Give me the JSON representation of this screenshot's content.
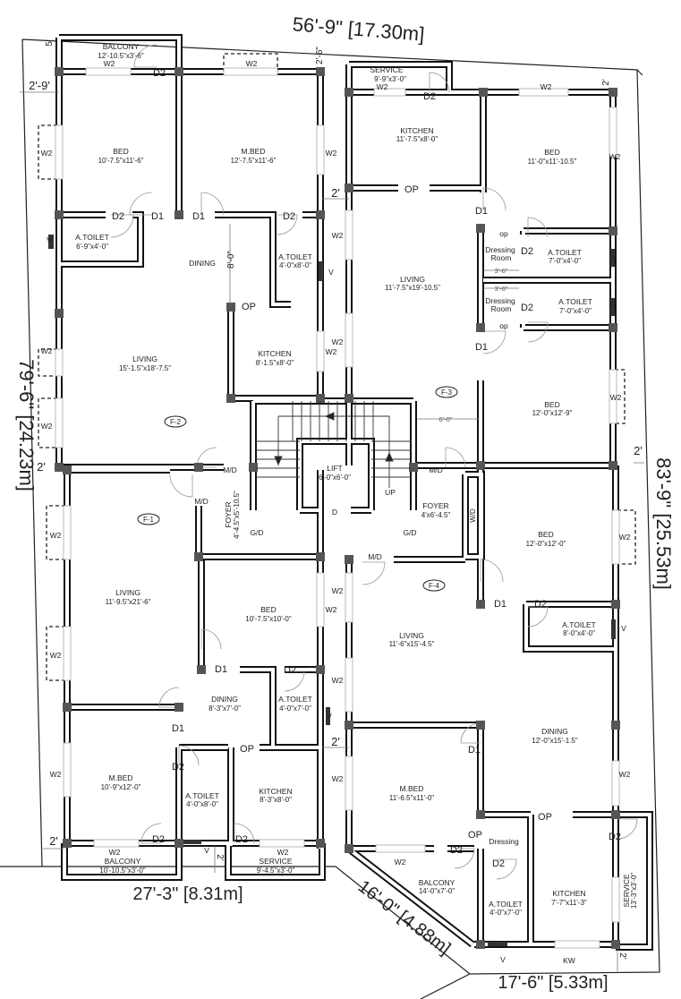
{
  "dimensions": {
    "top": "56'-9\" [17.30m]",
    "left": "79'-6\" [24.23m]",
    "right": "83'-9\" [25.53m]",
    "bottom_left": "27'-3\" [8.31m]",
    "bottom_diagonal": "16'-0\" [4.88m]",
    "bottom_right": "17'-6\" [5.33m]",
    "small": [
      "5'",
      "2'-9'",
      "2'-6\"",
      "2'",
      "8'-0\"",
      "2'",
      "2'",
      "3'-6\"",
      "3'-6\"",
      "6'-0\"",
      "2'",
      "2'",
      "2'",
      "2'",
      "2'"
    ]
  },
  "f2": {
    "tag": "F-2",
    "balcony": {
      "name": "BALCONY",
      "size": "12'-10.5\"x3'-6\""
    },
    "bed": {
      "name": "BED",
      "size": "10'-7.5\"x11'-6\""
    },
    "mbed": {
      "name": "M.BED",
      "size": "12'-7.5\"x11'-6\""
    },
    "toilet1": {
      "name": "A.TOILET",
      "size": "6'-9\"x4'-0\""
    },
    "toilet2": {
      "name": "A.TOILET",
      "size": "4'-0\"x8'-0\""
    },
    "dining": {
      "name": "DINING"
    },
    "kitchen": {
      "name": "KITCHEN",
      "size": "8'-1.5\"x8'-0\""
    },
    "living": {
      "name": "LIVING",
      "size": "15'-1.5\"x18'-7.5\""
    },
    "tags": [
      "W2",
      "D2",
      "W2",
      "W2",
      "W2",
      "D2",
      "D1",
      "D1",
      "D2",
      "V",
      "OP",
      "V",
      "W2",
      "W2",
      "W2"
    ]
  },
  "f3": {
    "tag": "F-3",
    "service": {
      "name": "SERVICE",
      "size": "9'-9\"x3'-0\""
    },
    "kitchen": {
      "name": "KITCHEN",
      "size": "11'-7.5\"x8'-0\""
    },
    "bed1": {
      "name": "BED",
      "size": "11'-0\"x11'-10.5\""
    },
    "dressing1": {
      "name1": "Dressing",
      "name2": "Room"
    },
    "toilet1": {
      "name": "A.TOILET",
      "size": "7'-0\"x4'-0\""
    },
    "dressing2": {
      "name1": "Dressing",
      "name2": "Room"
    },
    "toilet2": {
      "name": "A.TOILET",
      "size": "7'-0\"x4'-0\""
    },
    "living": {
      "name": "LIVING",
      "size": "11'-7.5\"x19'-10.5\""
    },
    "bed2": {
      "name": "BED",
      "size": "12'-0\"x12'-9\""
    },
    "tags": [
      "W2",
      "D2",
      "W2",
      "W2",
      "OP",
      "D1",
      "op",
      "D2",
      "V",
      "D2",
      "V",
      "op",
      "D1",
      "W2",
      "W2",
      "W2"
    ]
  },
  "core": {
    "lift": {
      "name": "LIFT",
      "size": "6'-0\"x6'-0\""
    },
    "lift_door": "D",
    "up": "UP",
    "foyer_left": {
      "name": "FOYER",
      "size": "4'-4.5\"x5'-10.5\""
    },
    "foyer_right": {
      "name": "FOYER",
      "size": "4'x6'-4.5\""
    },
    "tags": [
      "M/D",
      "M/D",
      "M/D",
      "G/D",
      "G/D",
      "W/D"
    ]
  },
  "f1": {
    "tag": "F-1",
    "living": {
      "name": "LIVING",
      "size": "11'-9.5\"x21'-6\""
    },
    "bed": {
      "name": "BED",
      "size": "10'-7.5\"x10'-0\""
    },
    "dining": {
      "name": "DINING",
      "size": "8'-3\"x7'-0\""
    },
    "toilet1": {
      "name": "A.TOILET",
      "size": "4'-0\"x7'-0\""
    },
    "mbed": {
      "name": "M.BED",
      "size": "10'-9\"x12'-0\""
    },
    "toilet2": {
      "name": "A.TOILET",
      "size": "4'-0\"x8'-0\""
    },
    "kitchen": {
      "name": "KITCHEN",
      "size": "8'-3\"x8'-0\""
    },
    "balcony": {
      "name": "BALCONY",
      "size": "10'-10.5\"x3'-0\""
    },
    "service": {
      "name": "SERVICE",
      "size": "9'-4.5\"x3'-0\""
    },
    "tags": [
      "W2",
      "W2",
      "W2",
      "W2",
      "D1",
      "D2",
      "V",
      "D1",
      "OP",
      "D2",
      "W2",
      "W2",
      "W2",
      "W2",
      "D2",
      "D2",
      "W2",
      "V"
    ]
  },
  "f4": {
    "tag": "F-4",
    "bed": {
      "name": "BED",
      "size": "12'-0\"x12'-0\""
    },
    "toilet1": {
      "name": "A.TOILET",
      "size": "8'-0\"x4'-0\""
    },
    "living": {
      "name": "LIVING",
      "size": "11'-6\"x15'-4.5\""
    },
    "dining": {
      "name": "DINING",
      "size": "12'-0\"x15'-1.5\""
    },
    "mbed": {
      "name": "M.BED",
      "size": "11'-6.5\"x11'-0\""
    },
    "dressing": {
      "name": "Dressing"
    },
    "balcony": {
      "name": "BALCONY",
      "size": "14'-0\"x7'-0\""
    },
    "toilet2": {
      "name": "A.TOILET",
      "size": "4'-0\"x7'-0\""
    },
    "kitchen": {
      "name": "KITCHEN",
      "size": "7'-7\"x11'-3\""
    },
    "service": {
      "name": "SERVICE",
      "size": "13'-3\"x3'-0\""
    },
    "tags": [
      "W2",
      "D1",
      "D2",
      "V",
      "D1",
      "W2",
      "OP",
      "OP",
      "D2",
      "D2",
      "D2",
      "W2",
      "V",
      "KW",
      "M/D"
    ]
  }
}
